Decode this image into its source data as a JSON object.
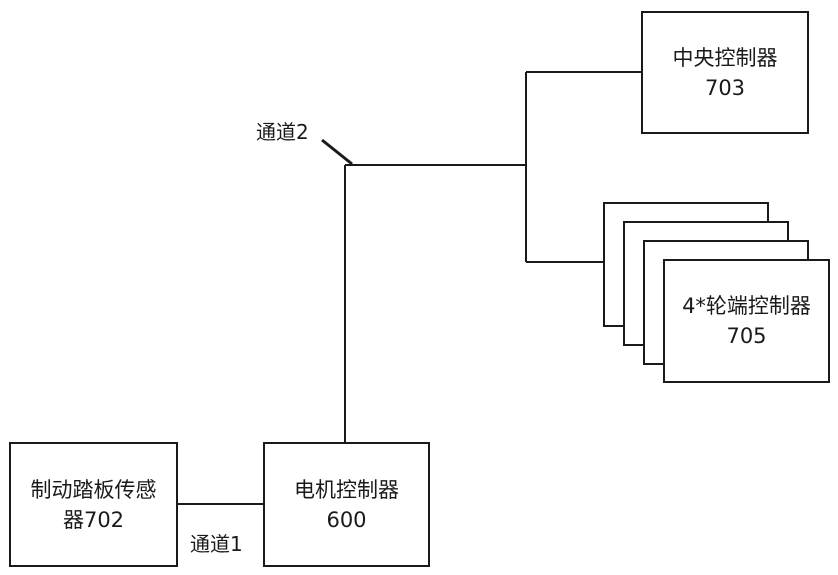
{
  "nodes": {
    "central_controller": {
      "line1": "中央控制器",
      "line2": "703"
    },
    "wheel_controller": {
      "line1": "4*轮端控制器",
      "line2": "705"
    },
    "brake_pedal_sensor": {
      "line1": "制动踏板传感",
      "line2": "器702"
    },
    "motor_controller": {
      "line1": "电机控制器",
      "line2": "600"
    }
  },
  "channels": {
    "channel_1": "通道1",
    "channel_2": "通道2"
  },
  "colors": {
    "line": "#1a1a1a",
    "background": "#ffffff"
  }
}
